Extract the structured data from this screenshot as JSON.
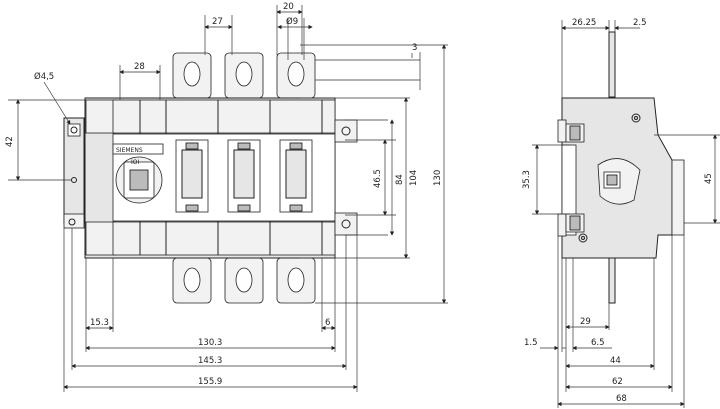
{
  "front_view": {
    "dimensions": {
      "bolt_hole_dia": "Ø4,5",
      "pole_pitch": "27",
      "terminal_width": "20",
      "terminal_hole_dia": "Ø9",
      "handle_offset": "28",
      "plate_thickness": "3",
      "mount_height_left": "42",
      "mount_height_inner": "46.5",
      "body_height_84": "84",
      "body_height_104": "104",
      "overall_height_130": "130",
      "left_margin": "15.3",
      "right_margin": "6",
      "width_130_3": "130.3",
      "width_145_3": "145.3",
      "width_155_9": "155.9"
    },
    "brand_label": "SIEMENS",
    "handle_label": "IOI"
  },
  "side_view": {
    "dimensions": {
      "top_offset": "26.25",
      "top_gap": "2.5",
      "center_height": "35.3",
      "right_height": "45",
      "depth_29": "29",
      "base_1_5": "1.5",
      "depth_6_5": "6.5",
      "depth_44": "44",
      "depth_62": "62",
      "depth_68": "68"
    }
  }
}
